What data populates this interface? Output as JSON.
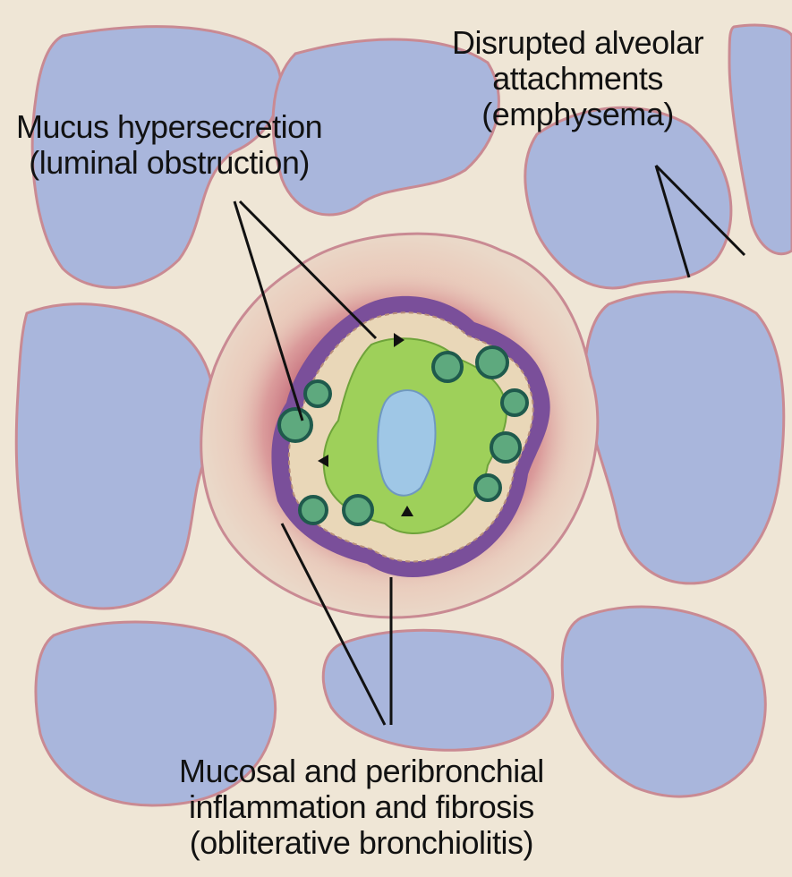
{
  "labels": {
    "mucus": {
      "line1": "Mucus hypersecretion",
      "line2": "(luminal obstruction)"
    },
    "alveolar": {
      "line1": "Disrupted alveolar",
      "line2": "attachments",
      "line3": "(emphysema)"
    },
    "inflammation": {
      "line1": "Mucosal and peribronchial",
      "line2": "inflammation and fibrosis",
      "line3": "(obliterative bronchiolitis)"
    }
  },
  "colors": {
    "background": "#efe6d6",
    "alveolar_space": "#a9b6dc",
    "alveolar_wall": "#ece2d2",
    "wall_edge": "#c98a93",
    "peribronchial_inflammation": "#b0405c",
    "mucosa": "#7a4f9a",
    "epithelium": "#e9d7b8",
    "mucus": "#9ed05a",
    "lumen": "#9fc7e6",
    "glands": "#2e7a68",
    "leader_lines": "#111111"
  }
}
